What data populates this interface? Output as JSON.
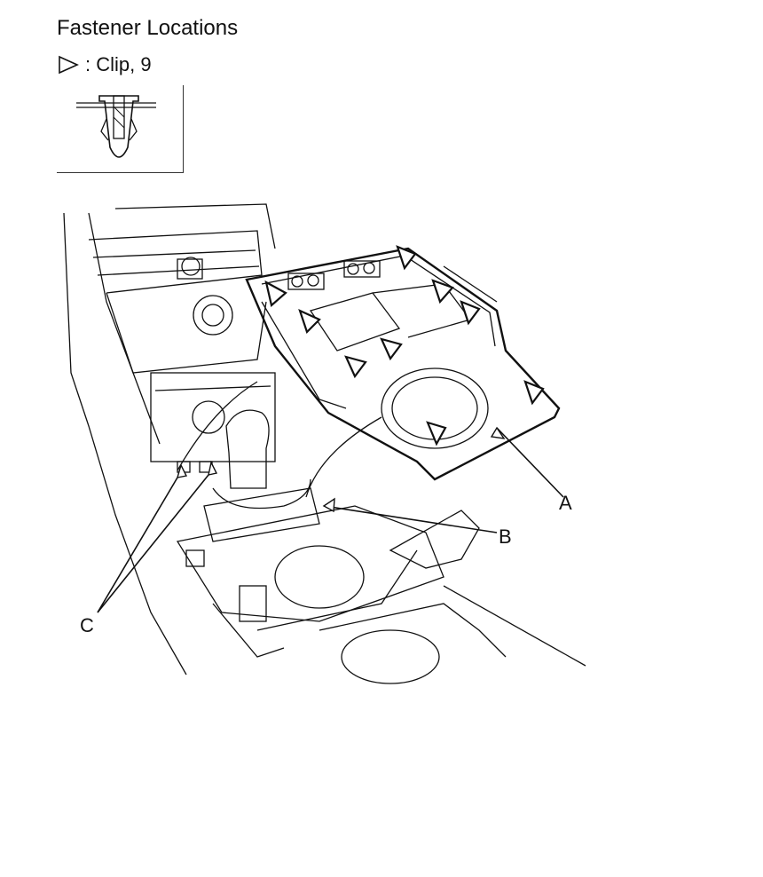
{
  "header": {
    "title": "Fastener Locations"
  },
  "legend": {
    "symbol": "clip-triangle-icon",
    "label": ": Clip, 9"
  },
  "callouts": {
    "a": "A",
    "b": "B",
    "c": "C"
  },
  "colors": {
    "line": "#111111",
    "background": "#ffffff"
  }
}
